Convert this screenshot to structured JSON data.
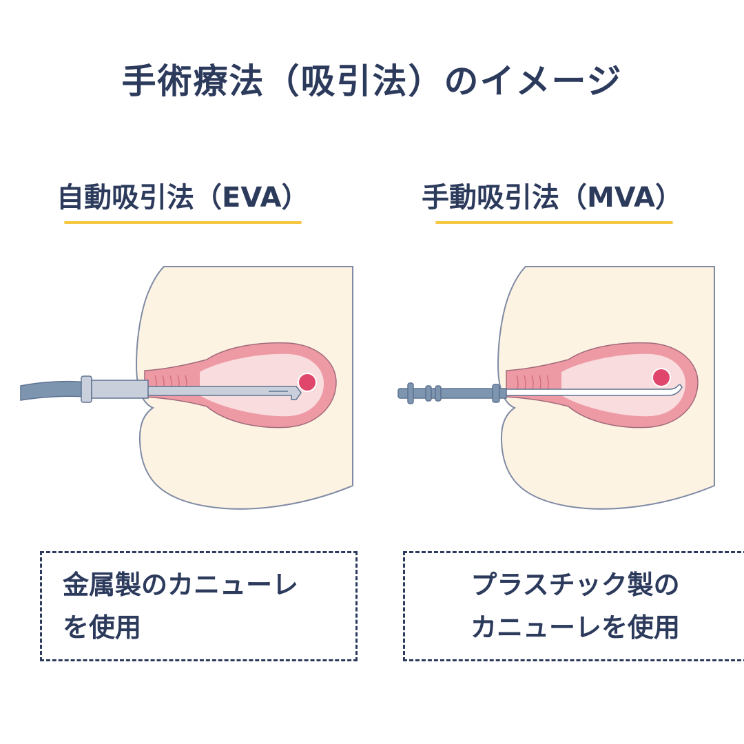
{
  "title": "手術療法（吸引法）のイメージ",
  "methods": [
    {
      "heading": "自動吸引法（EVA）",
      "note": "金属製のカニューレ\nを使用",
      "cannula_material": "metal"
    },
    {
      "heading": "手動吸引法（MVA）",
      "note": "プラスチック製の\nカニューレを使用",
      "cannula_material": "plastic"
    }
  ],
  "colors": {
    "text": "#2c3a5c",
    "underline": "#f5c842",
    "skin": "#fdf3e3",
    "uterus_wall": "#ee9aa5",
    "uterus_inner": "#f9dcdd",
    "marker": "#e0466b",
    "tube": "#7e95b0",
    "cannula_metal": "#c9cfdb",
    "cannula_plastic": "#ffffff"
  },
  "icons": [
    "uterus-illustration",
    "suction-tube",
    "metal-cannula",
    "plastic-cannula",
    "gestational-sac-marker"
  ]
}
